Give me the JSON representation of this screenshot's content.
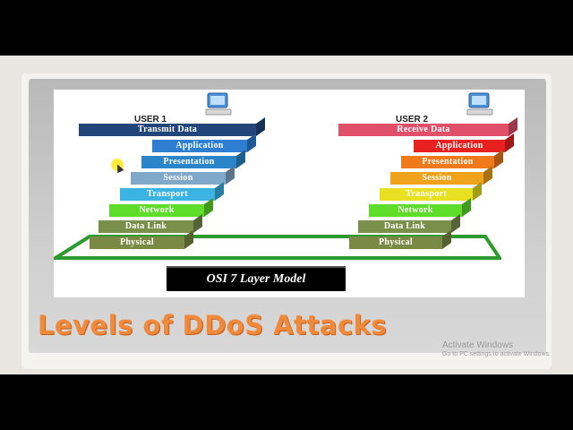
{
  "diagram": {
    "user1_label": "USER 1",
    "user2_label": "USER 2",
    "left_stack": [
      {
        "label": "Transmit Data",
        "color": "#23467a"
      },
      {
        "label": "Application",
        "color": "#2e7fd4"
      },
      {
        "label": "Presentation",
        "color": "#2a86c9"
      },
      {
        "label": "Session",
        "color": "#7fa8c9"
      },
      {
        "label": "Transport",
        "color": "#3bb3e3"
      },
      {
        "label": "Network",
        "color": "#5edc2a"
      },
      {
        "label": "Data Link",
        "color": "#7a8f4a"
      },
      {
        "label": "Physical",
        "color": "#7a8a45"
      }
    ],
    "right_stack": [
      {
        "label": "Receive Data",
        "color": "#e0506a"
      },
      {
        "label": "Application",
        "color": "#e8201f"
      },
      {
        "label": "Presentation",
        "color": "#f07a1a"
      },
      {
        "label": "Session",
        "color": "#f0a21a"
      },
      {
        "label": "Transport",
        "color": "#e8e020"
      },
      {
        "label": "Network",
        "color": "#5edc2a"
      },
      {
        "label": "Data Link",
        "color": "#7a8f4a"
      },
      {
        "label": "Physical",
        "color": "#7a8a45"
      }
    ],
    "model_label": "OSI 7 Layer Model"
  },
  "headline": "Levels of DDoS Attacks",
  "watermark": {
    "title": "Activate Windows",
    "subtitle": "Go to PC settings to activate Windows."
  },
  "colors": {
    "headline": "#f08a3a",
    "platform": "#2c9a2c",
    "background": "#000000"
  }
}
